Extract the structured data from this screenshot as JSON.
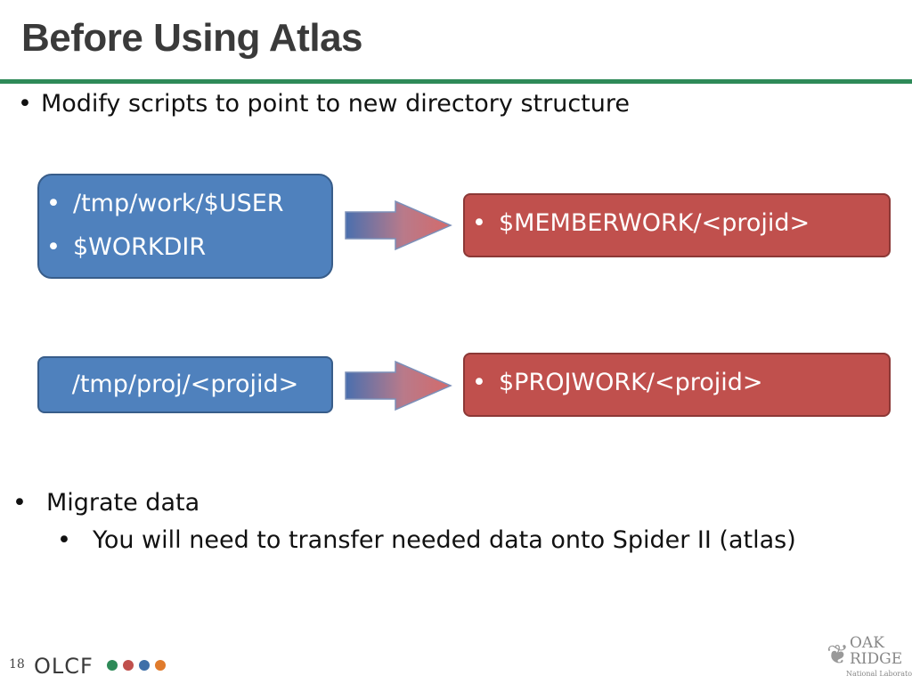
{
  "slide": {
    "title": "Before Using Atlas",
    "intro_bullet": "Modify scripts to point to new directory structure",
    "bullet_char": "•",
    "mapping1": {
      "source_items": [
        "/tmp/work/$USER",
        "$WORKDIR"
      ],
      "target_items": [
        "$MEMBERWORK/<projid>"
      ]
    },
    "mapping2": {
      "source_text": "/tmp/proj/<projid>",
      "target_items": [
        "$PROJWORK/<projid>"
      ]
    },
    "bottom": {
      "bullet": "Migrate data",
      "sub_bullet": "You will need to transfer needed data onto Spider II (atlas)"
    }
  },
  "footer": {
    "page_number": "18",
    "olcf_logo_text": "OLCF",
    "olcf_dot_colors": [
      "#2e8a58",
      "#c0504d",
      "#3f6fa8",
      "#e07b2c"
    ],
    "oakridge_line1": "OAK",
    "oakridge_line2": "RIDGE",
    "oakridge_line3": "National Laboratory"
  },
  "colors": {
    "accent_rule": "#2e8a58",
    "blue_box": "#4f81bd",
    "red_box": "#c0504d"
  }
}
